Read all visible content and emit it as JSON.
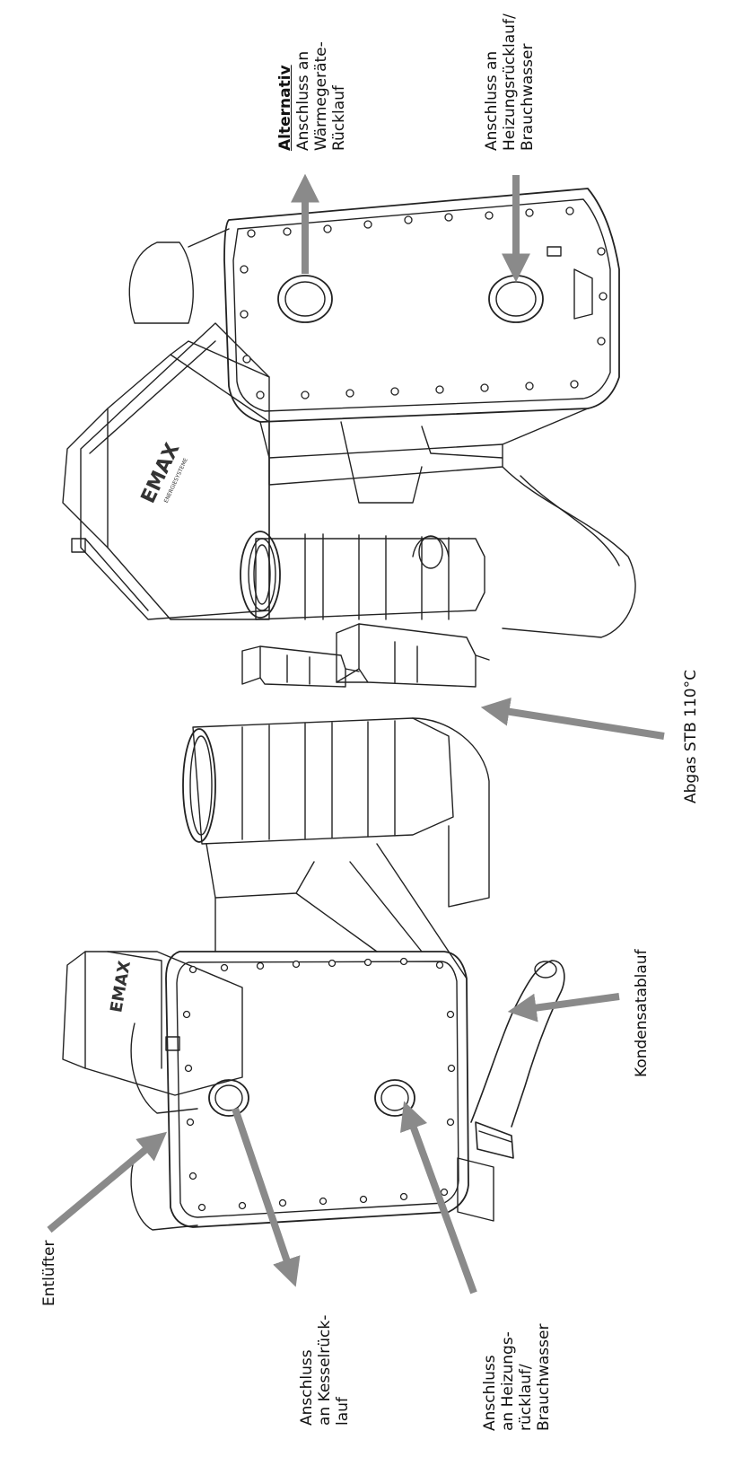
{
  "labels": {
    "alternativ": {
      "title": "Alternativ",
      "line1": "Anschluss an",
      "line2": "Wärmegeräte-",
      "line3": "Rücklauf"
    },
    "heizung_top": {
      "line1": "Anschluss an",
      "line2": "Heizungsrücklauf/",
      "line3": "Brauchwasser"
    },
    "abgas": {
      "line1": "Abgas STB 110°C"
    },
    "kondensat": {
      "line1": "Kondensatablauf"
    },
    "entluefter": {
      "line1": "Entlüfter"
    },
    "kessel": {
      "line1": "Anschluss",
      "line2": "an Kesselrück-",
      "line3": "lauf"
    },
    "heizung_bottom": {
      "line1": "Anschluss",
      "line2": "an Heizungs-",
      "line3": "rücklauf/",
      "line4": "Brauchwasser"
    }
  },
  "logo_text": "EMAX",
  "logo_subtext": "ENERGIESYSTEME",
  "colors": {
    "arrow": "#8a8a8a",
    "line": "#222222",
    "fill": "#ffffff"
  }
}
